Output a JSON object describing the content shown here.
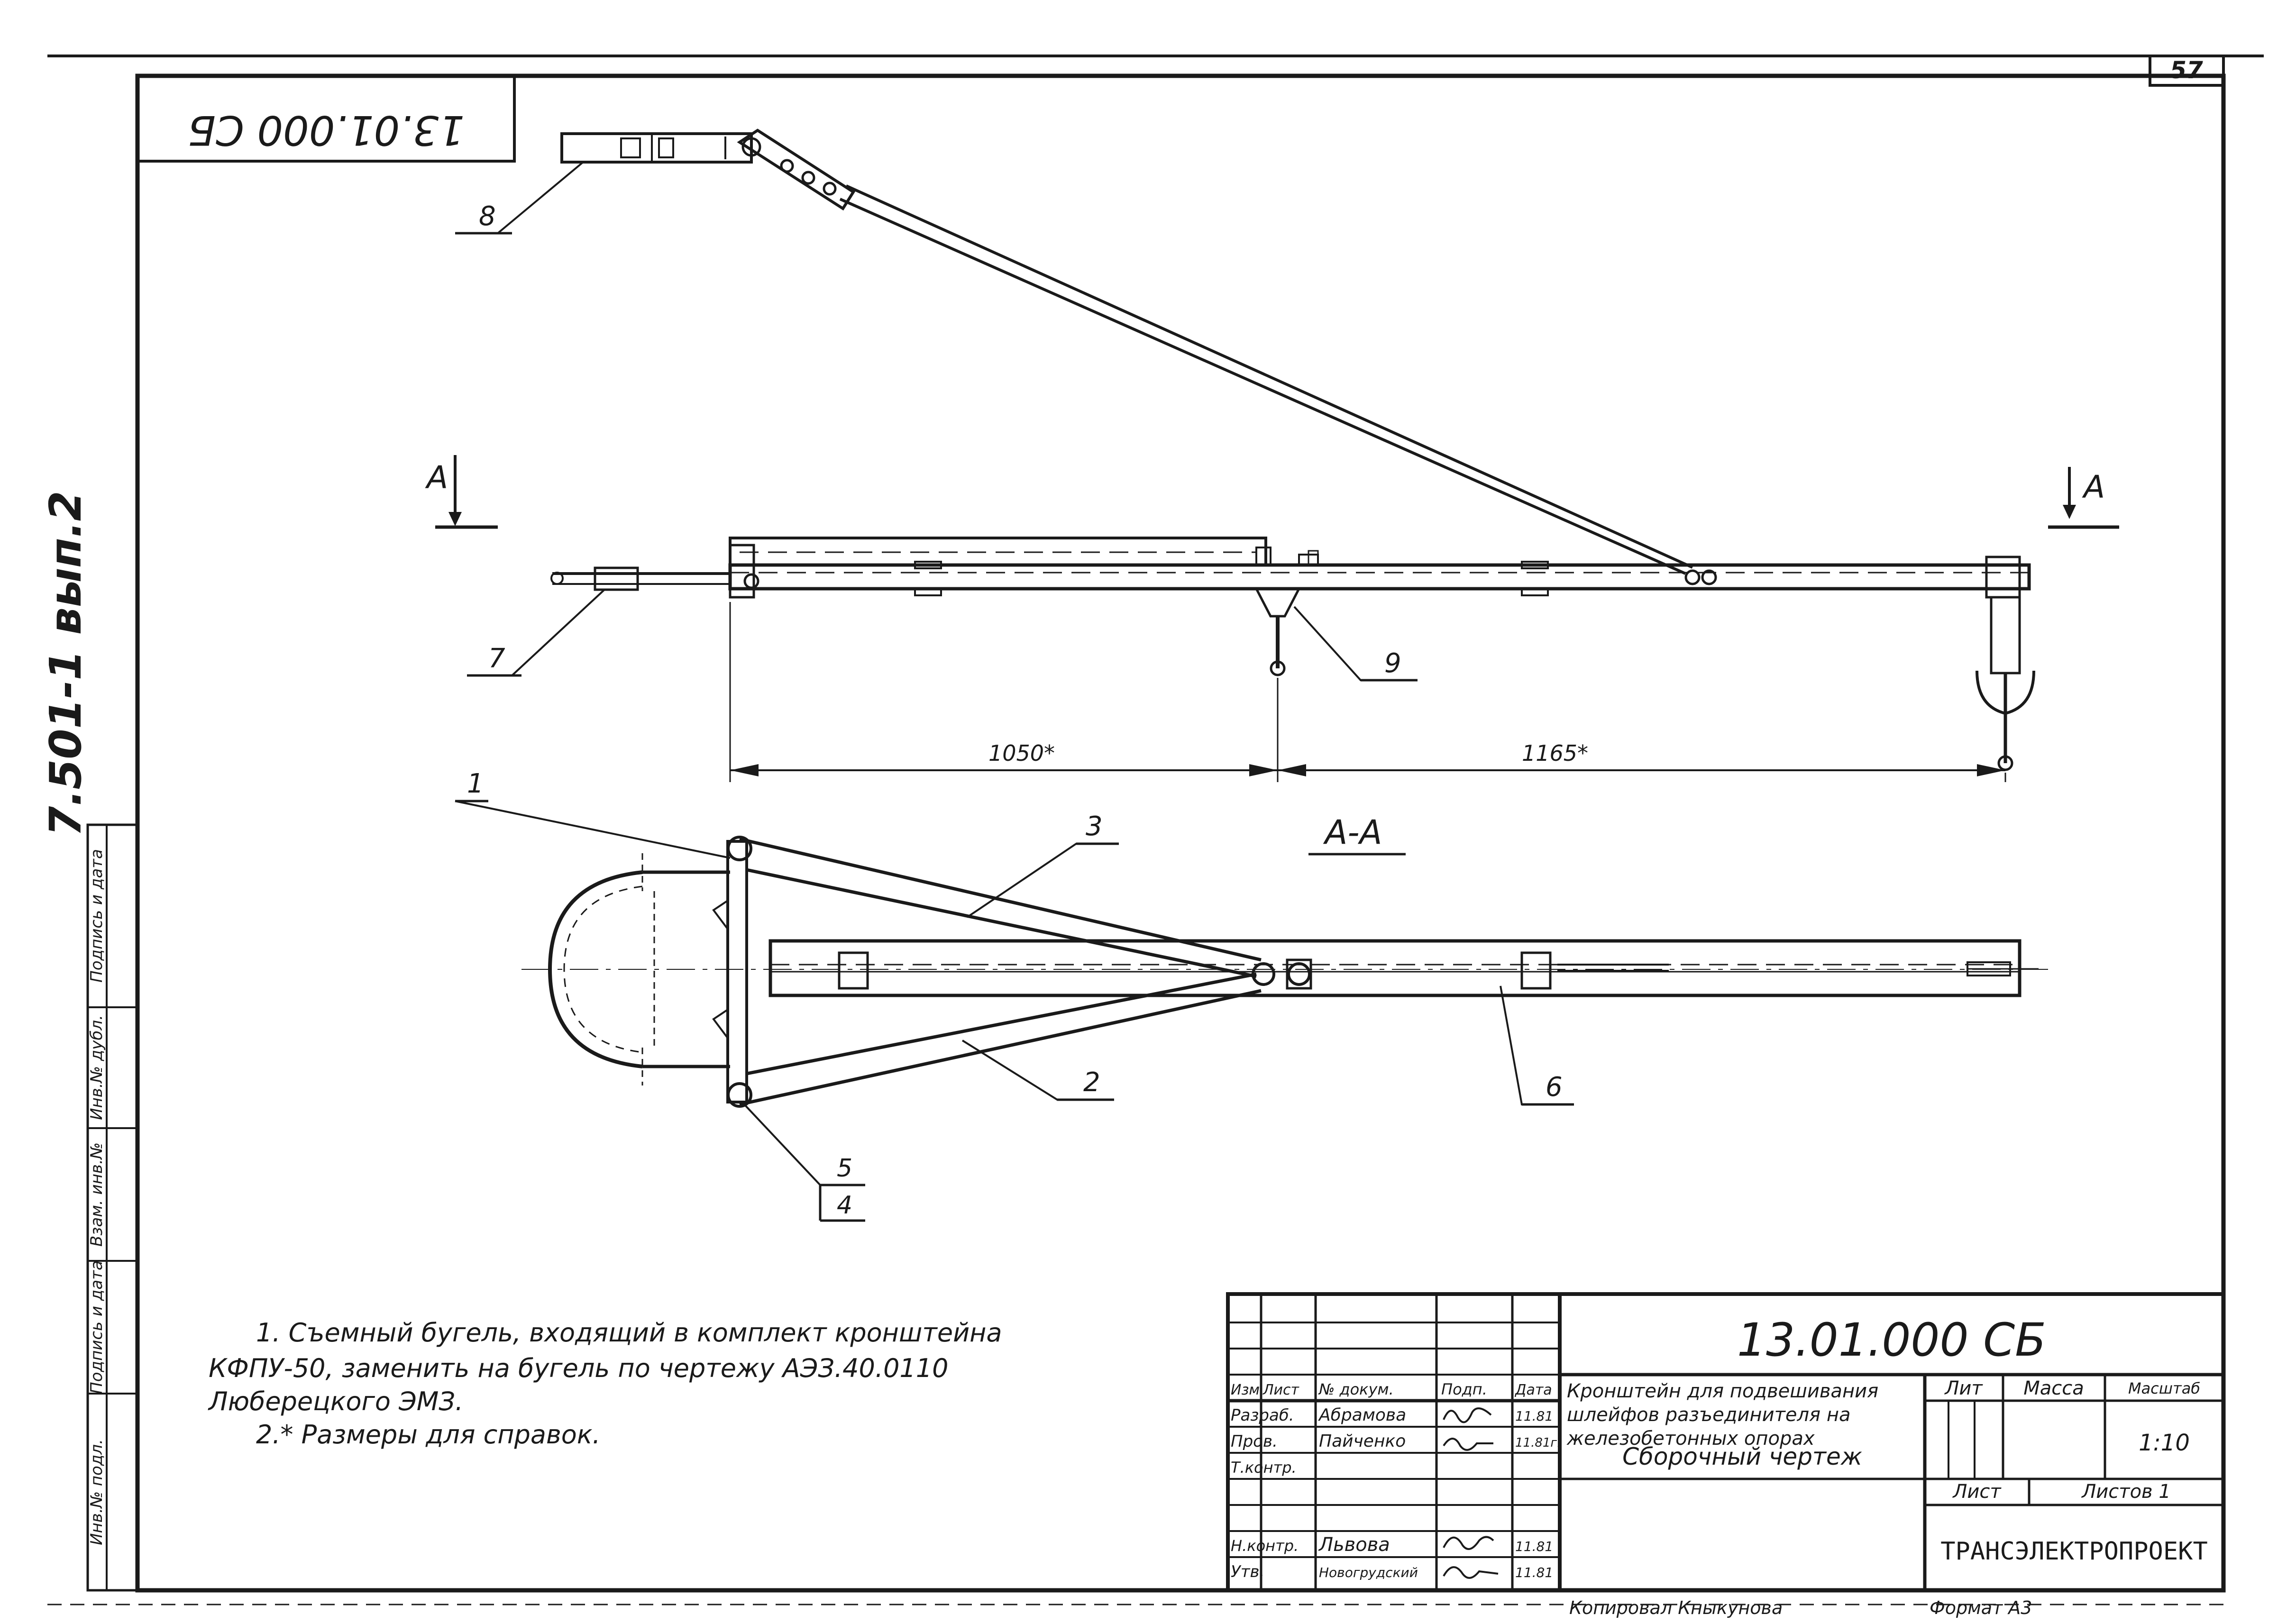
{
  "sheet": {
    "page_number": "57",
    "series": "7.501-1 вып.2",
    "corner_code": "13.01.000 СБ"
  },
  "section_marks": {
    "a_left": "А",
    "a_right": "А",
    "section_title": "А-А"
  },
  "dimensions": {
    "d1": "1050*",
    "d2": "1165*"
  },
  "callouts": [
    {
      "id": "c1",
      "label": "1"
    },
    {
      "id": "c2",
      "label": "2"
    },
    {
      "id": "c3",
      "label": "3"
    },
    {
      "id": "c5",
      "label": "5"
    },
    {
      "id": "c4",
      "label": "4"
    },
    {
      "id": "c6",
      "label": "6"
    },
    {
      "id": "c7",
      "label": "7"
    },
    {
      "id": "c8",
      "label": "8"
    },
    {
      "id": "c9",
      "label": "9"
    }
  ],
  "notes": [
    "1. Съемный бугель, входящий в комплект кронштейна",
    "КФПУ-50, заменить на бугель по чертежу АЭЗ.40.0110",
    "Люберецкого ЭМЗ.",
    "2.* Размеры для справок."
  ],
  "margin_stamp": [
    "Инв.№ подл.",
    "Подпись и дата",
    "Взам. инв.№",
    "Инв.№ дубл.",
    "Подпись и дата"
  ],
  "title_block": {
    "designation": "13.01.000 СБ",
    "title": [
      "Кронштейн для подвешивания",
      "шлейфов разъединителя на",
      "железобетонных опорах"
    ],
    "doc_type": "Сборочный чертеж",
    "col_headers": [
      "Изм.",
      "Лист",
      "№ докум.",
      "Подп.",
      "Дата"
    ],
    "people": [
      {
        "role": "Разраб.",
        "name": "Абрамова",
        "date": "11.81"
      },
      {
        "role": "Пров.",
        "name": "Пайченко",
        "date": "11.81г."
      },
      {
        "role": "Т.контр.",
        "name": "",
        "date": ""
      },
      {
        "role": "",
        "name": "",
        "date": ""
      },
      {
        "role": "Н.контр.",
        "name": "Львова",
        "date": "11.81"
      },
      {
        "role": "Утв.",
        "name": "Новогрудский",
        "date": "11.81"
      }
    ],
    "lit_label": "Лит",
    "mass_label": "Масса",
    "scale_label": "Масштаб",
    "scale": "1:10",
    "sheet_label": "Лист",
    "sheets_label": "Листов 1",
    "org": "ТРАНСЭЛЕКТРОПРОЕКТ",
    "copied": "Копировал Кныкунова",
    "format": "Формат А3"
  }
}
